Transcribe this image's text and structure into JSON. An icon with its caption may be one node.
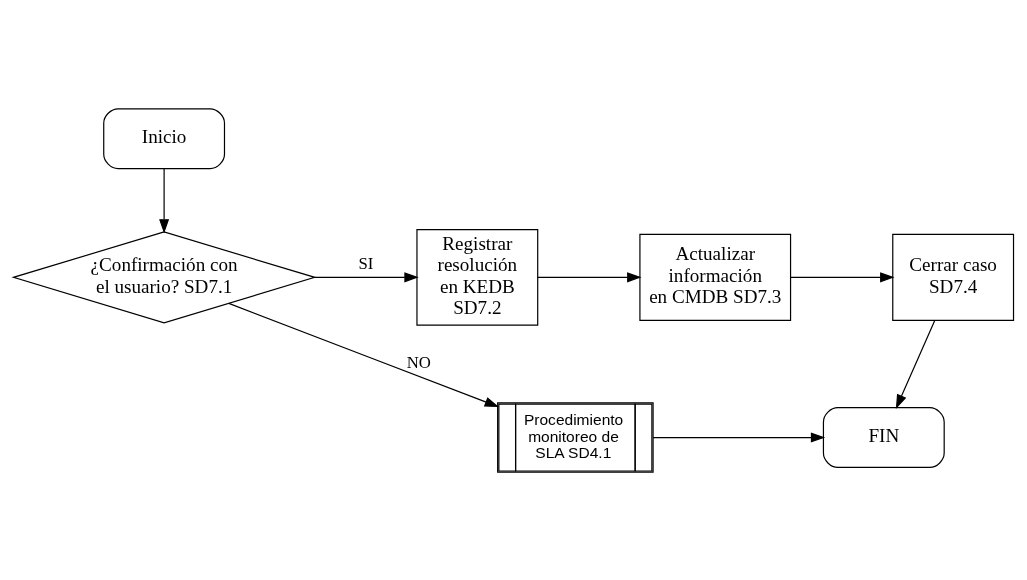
{
  "diagram": {
    "nodes": [
      {
        "text": [
          "Inicio"
        ]
      },
      {
        "text": [
          "¿Confirmación con el usuario? SD7.1"
        ]
      },
      {
        "text": [
          "Registrar resolución en KEDB SD7.2"
        ]
      },
      {
        "text": [
          "Actualizar información en CMDB SD7.3"
        ]
      },
      {
        "text": [
          "Cerrar caso SD7.4"
        ]
      },
      {
        "text": [
          "Procedimiento monitoreo de SLA SD4.1"
        ]
      },
      {
        "text": [
          "FIN"
        ]
      }
    ],
    "edges": [
      {
        "from": 0,
        "to": 1,
        "arrow": "to"
      },
      {
        "from": 1,
        "to": 2,
        "arrow": "to",
        "label": "SI"
      },
      {
        "from": 2,
        "to": 3,
        "arrow": "to"
      },
      {
        "from": 3,
        "to": 4,
        "arrow": "to"
      },
      {
        "from": 4,
        "to": 6,
        "arrow": "to"
      },
      {
        "from": 1,
        "to": 5,
        "arrow": "to",
        "label": "NO"
      },
      {
        "from": 5,
        "to": 6,
        "arrow": "to"
      }
    ]
  }
}
